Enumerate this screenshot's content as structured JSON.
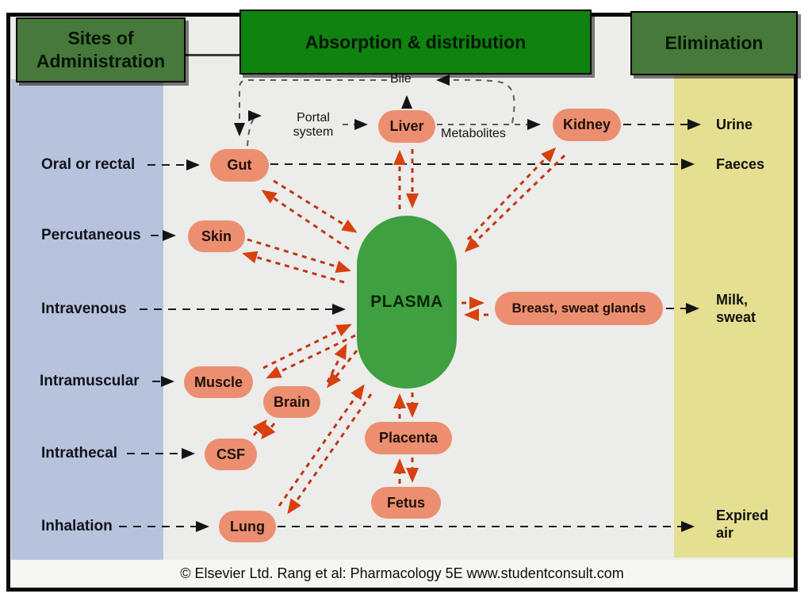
{
  "headers": {
    "sites": "Sites of\nAdministration",
    "absorption": "Absorption & distribution",
    "elimination": "Elimination"
  },
  "routes": {
    "oral": "Oral or rectal",
    "percutaneous": "Percutaneous",
    "intravenous": "Intravenous",
    "intramuscular": "Intramuscular",
    "intrathecal": "Intrathecal",
    "inhalation": "Inhalation"
  },
  "nodes": {
    "plasma": "PLASMA",
    "gut": "Gut",
    "skin": "Skin",
    "muscle": "Muscle",
    "brain": "Brain",
    "csf": "CSF",
    "lung": "Lung",
    "liver": "Liver",
    "kidney": "Kidney",
    "placenta": "Placenta",
    "fetus": "Fetus",
    "breast": "Breast, sweat glands"
  },
  "outputs": {
    "urine": "Urine",
    "faeces": "Faeces",
    "milk": "Milk,\nsweat",
    "expired": "Expired\nair"
  },
  "annotations": {
    "bile": "Bile",
    "portal": "Portal\nsystem",
    "metabolites": "Metabolites"
  },
  "footer": {
    "credit": "© Elsevier Ltd. Rang et al: Pharmacology 5E www.studentconsult.com"
  },
  "colors": {
    "header_green_dark": "#46793a",
    "header_green_bright": "#0f820f",
    "plasma_green": "#3fa03f",
    "node_salmon": "#ec8f70",
    "admin_column_blue": "#b7c3dc",
    "elimination_column_yellow": "#e5df92",
    "transfer_arrow_red": "#bf3612",
    "line_black": "#1a1a1a",
    "line_gray": "#5a5a5a",
    "background_gray": "#ececea"
  }
}
